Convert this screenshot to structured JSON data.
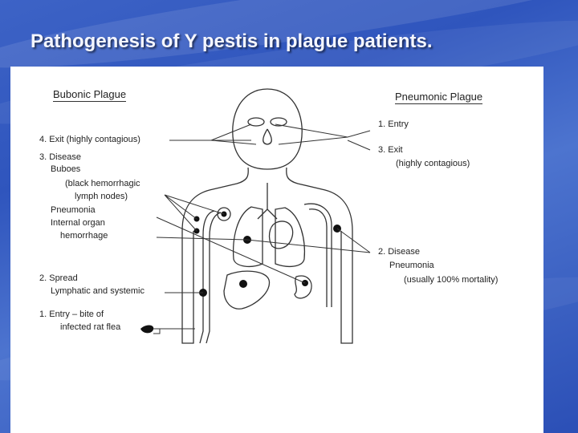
{
  "slide": {
    "title": "Pathogenesis of Y pestis in plague patients."
  },
  "diagram": {
    "bubonic": {
      "heading": "Bubonic Plague",
      "exit": "4. Exit (highly contagious)",
      "disease": "3. Disease",
      "buboes": "Buboes",
      "buboes_detail_1": "(black hemorrhagic",
      "buboes_detail_2": "lymph nodes)",
      "pneumonia": "Pneumonia",
      "organ_1": "Internal organ",
      "organ_2": "hemorrhage",
      "spread": "2. Spread",
      "spread_detail": "Lymphatic and systemic",
      "entry": "1. Entry – bite of",
      "entry_detail": "infected rat flea"
    },
    "pneumonic": {
      "heading": "Pneumonic Plague",
      "entry": "1. Entry",
      "exit": "3. Exit",
      "exit_detail": "(highly contagious)",
      "disease": "2. Disease",
      "disease_detail": "Pneumonia",
      "mortality": "(usually 100% mortality)"
    }
  }
}
